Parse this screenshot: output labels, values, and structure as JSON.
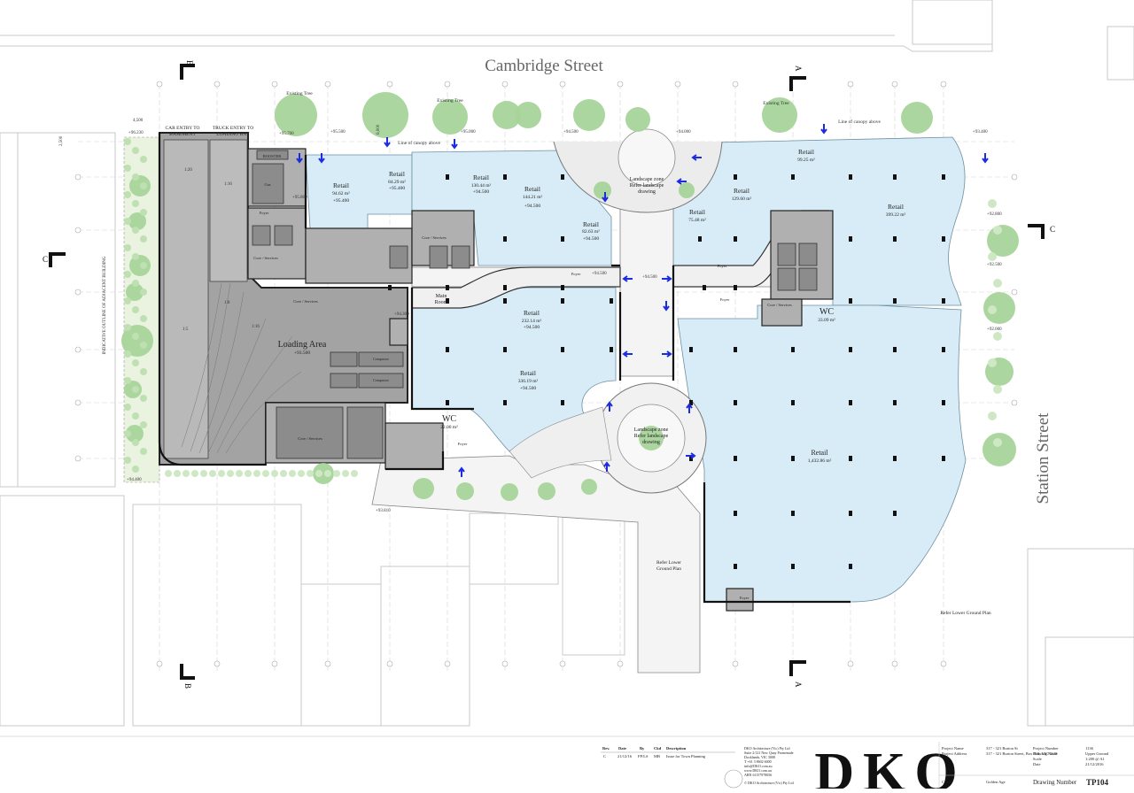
{
  "streets": {
    "north": "Cambridge Street",
    "east": "Station Street"
  },
  "trees": {
    "existing_1": "Existing Tree",
    "existing_2": "Existing Tree",
    "existing_3": "Existing Tree",
    "canopy_1": "Line of canopy above",
    "canopy_2": "Line of canopy above"
  },
  "entries": {
    "car": [
      "CAR ENTRY TO",
      "BASEMENT"
    ],
    "truck": [
      "TRUCK ENTRY TO",
      "LOADING BAY"
    ]
  },
  "rooms": {
    "retail_1": {
      "name": "Retail",
      "area": "94.62 m²",
      "level": "+95.400"
    },
    "retail_2": {
      "name": "Retail",
      "area": "84.29 m²",
      "level": "+95.400"
    },
    "retail_3": {
      "name": "Retail",
      "area": "130.44 m²",
      "level": "+94.500"
    },
    "retail_4": {
      "name": "Retail",
      "area": "144.21 m²",
      "level": "+94.500"
    },
    "retail_5": {
      "name": "Retail",
      "area": "82.63 m²",
      "level": "+94.500"
    },
    "retail_6": {
      "name": "Retail",
      "area": "75.48 m²"
    },
    "retail_7": {
      "name": "Retail",
      "area": "129.60 m²"
    },
    "retail_8": {
      "name": "Retail",
      "area": "99.25 m²"
    },
    "retail_9": {
      "name": "Retail",
      "area": "399.22 m²"
    },
    "retail_10": {
      "name": "Retail",
      "area": "232.14 m²",
      "level": "+94.500"
    },
    "retail_11": {
      "name": "Retail",
      "area": "336.19 m²",
      "level": "+94.500"
    },
    "retail_12": {
      "name": "Retail",
      "area": "1,432.86 m²"
    },
    "wc_1": {
      "name": "WC",
      "area": "22.00 m²"
    },
    "wc_2": {
      "name": "WC",
      "area": "33.09 m²"
    },
    "loading": {
      "name": "Loading Area",
      "level": "+93.500"
    },
    "landscape_1": [
      "Landscape zone",
      "Refer landscape",
      "drawing"
    ],
    "landscape_2": [
      "Landscape zone",
      "Refer landscape",
      "drawing"
    ],
    "main_room": [
      "Main",
      "Room"
    ],
    "foyer": "Foyer",
    "core": "Core / Services",
    "gas": "Gas",
    "booster": "BOOSTER",
    "compactor": "Compactor",
    "refer_lower_1": [
      "Refer Lower",
      "Ground Plan"
    ],
    "refer_lower_2": "Refer Lower Ground Plan",
    "adjacent": "INDICATIVE OUTLINE OF ADJACENT BUILDING"
  },
  "levels": [
    "+96.230",
    "+95.700",
    "+95.500",
    "+95.000",
    "+94.500",
    "+94.000",
    "+93.400",
    "+92.800",
    "+92.500",
    "+92.000",
    "+94.300",
    "+94.400",
    "+93.810",
    "+95.800",
    "+94.500",
    "+94.500"
  ],
  "dims": {
    "d1": "4,500",
    "d2": "2,500",
    "d3": "6,000",
    "d4": "1:20",
    "d5": "1:8",
    "d6": "1:5",
    "d7": "1:16"
  },
  "sections": {
    "a": "A",
    "b": "B",
    "c": "C"
  },
  "title_block": {
    "headers": [
      "Rev.",
      "Date",
      "By",
      "Ckd",
      "Description"
    ],
    "row": [
      "C",
      "21/12/16",
      "FP/LS",
      "MB",
      "Issue for Town Planning"
    ],
    "firm": [
      "DKO Architecture (Vic) Pty Ltd",
      "Suite 2/121 New Quay Promenade",
      "Docklands, VIC 3008",
      "T +61 3 8602 6000",
      "info@DKO.com.au",
      "www.DKO.com.au",
      "ABN 61157978056"
    ],
    "copyright": "© DKO Architecture (Vic) Pty Ltd",
    "logo": "DKO",
    "project_labels": [
      "Project Name",
      "Project Address"
    ],
    "project_values": [
      "317 - 321 Burton St",
      "317 - 321 Burton Street, Box Hill, VIC 3128"
    ],
    "info_labels": [
      "Project Number",
      "Drawing Name",
      "Scale",
      "Date"
    ],
    "info_values": [
      "1136",
      "Upper Ground",
      "1:200 @ A1",
      "21/12/2016"
    ],
    "client_label": "Client",
    "client_value": "Golden Age",
    "drawing_number_label": "Drawing Number",
    "drawing_number": "TP104"
  },
  "colors": {
    "retail": "#d7ecf7",
    "service": "#b0b0b0",
    "loading": "#a3a3a3",
    "tree": "#a8d49a",
    "arrow": "#1a2be0"
  }
}
